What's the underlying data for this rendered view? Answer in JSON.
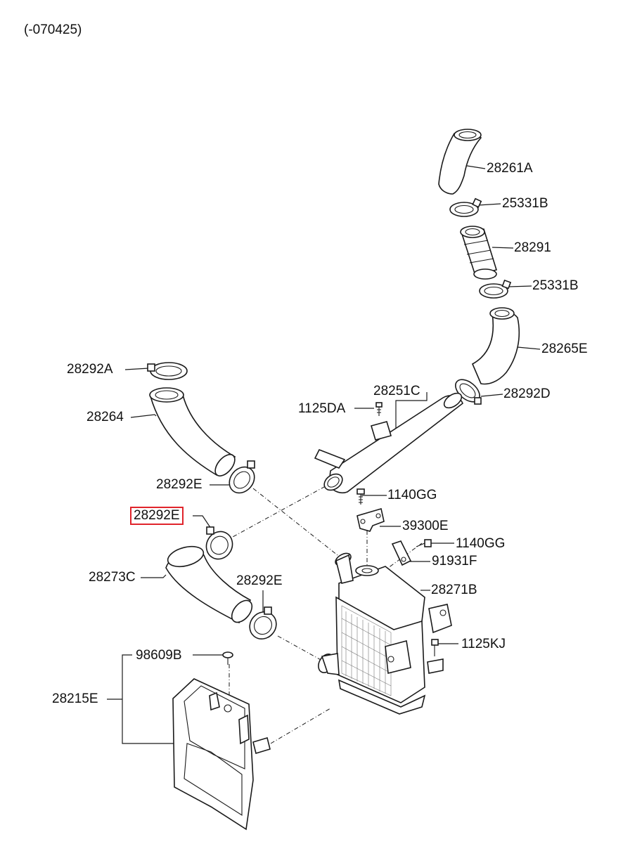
{
  "header": {
    "date_code": "(-070425)"
  },
  "labels": {
    "p28261A": "28261A",
    "p25331B_top": "25331B",
    "p28291": "28291",
    "p25331B_bottom": "25331B",
    "p28265E": "28265E",
    "p28292A": "28292A",
    "p28292D": "28292D",
    "p28251C": "28251C",
    "p1125DA": "1125DA",
    "p28264": "28264",
    "p28292E_a": "28292E",
    "p1140GG_a": "1140GG",
    "p28292E_selected": "28292E",
    "p39300E": "39300E",
    "p1140GG_b": "1140GG",
    "p91931F": "91931F",
    "p28273C": "28273C",
    "p28292E_b": "28292E",
    "p28271B": "28271B",
    "p1125KJ": "1125KJ",
    "p98609B": "98609B",
    "p28215E": "28215E"
  },
  "highlight": {
    "color": "#e0242b",
    "selected_part": "28292E"
  }
}
